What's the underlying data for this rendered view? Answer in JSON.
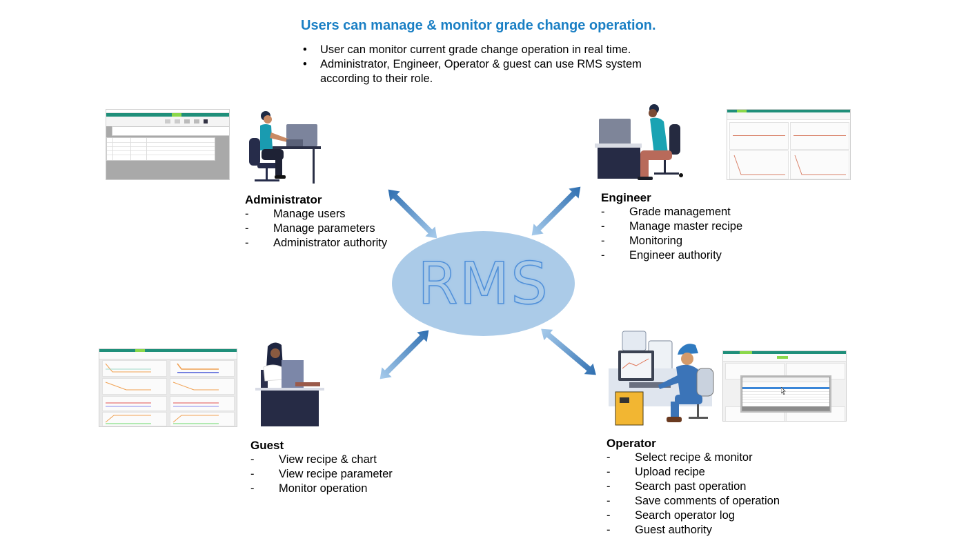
{
  "header": {
    "title": "Users can manage & monitor grade change operation.",
    "bullets": [
      "User can monitor current grade change operation in real time.",
      "Administrator, Engineer, Operator & guest can use RMS system according to their role."
    ],
    "bullet_glyph": "•"
  },
  "center": {
    "label": "RMS",
    "fill_color": "#abcbe8",
    "outline_color": "#4f8fd8"
  },
  "colors": {
    "title": "#1a7fc4",
    "arrow_dark": "#2e6eb0",
    "arrow_light": "#a8ccec",
    "app_header": "#1f8f7a",
    "app_active_tab": "#8bd84a"
  },
  "roles": {
    "administrator": {
      "title": "Administrator",
      "items": [
        "Manage users",
        "Manage parameters",
        "Administrator authority"
      ],
      "icon": "person-at-desk-illustration",
      "thumbnail": "user-management-screen"
    },
    "engineer": {
      "title": "Engineer",
      "items": [
        "Grade management",
        "Manage master recipe",
        "Monitoring",
        "Engineer authority"
      ],
      "icon": "person-at-desk-illustration",
      "thumbnail": "recipe-chart-screen"
    },
    "guest": {
      "title": "Guest",
      "items": [
        "View recipe & chart",
        "View recipe parameter",
        "Monitor operation"
      ],
      "icon": "person-at-desk-illustration",
      "thumbnail": "monitoring-charts-screen"
    },
    "operator": {
      "title": "Operator",
      "items": [
        "Select recipe & monitor",
        "Upload recipe",
        "Search past operation",
        "Save comments of operation",
        "Search operator log",
        "Guest authority"
      ],
      "icon": "operator-with-hardhat-illustration",
      "thumbnail": "operation-search-dialog-screen"
    }
  },
  "list_dash": "-"
}
